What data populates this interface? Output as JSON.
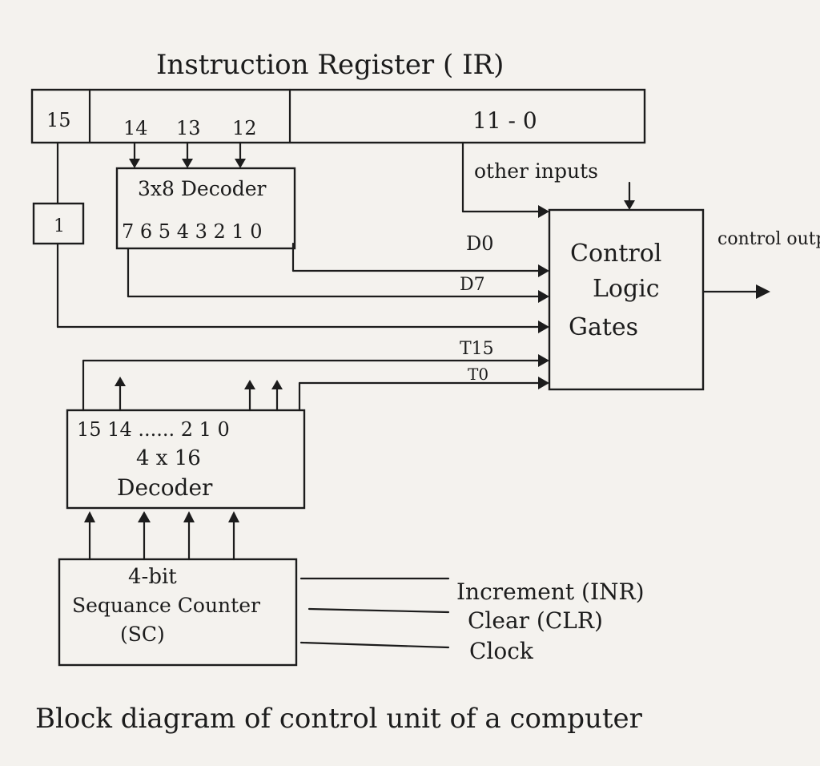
{
  "ir": {
    "title": "Instruction Register ( IR)",
    "bit15": "15",
    "bit14": "14",
    "bit13": "13",
    "bit12": "12",
    "bits_low": "11 - 0"
  },
  "flag_box": "1",
  "decoder3x8": {
    "title": "3x8 Decoder",
    "outputs": "7 6 5 4 3 2 1 0"
  },
  "signals": {
    "other_inputs": "other inputs",
    "d0": "D0",
    "d7": "D7",
    "t15": "T15",
    "t0": "T0",
    "control_output": "control output"
  },
  "control_logic": {
    "line1": "Control",
    "line2": "Logic",
    "line3": "Gates"
  },
  "decoder4x16": {
    "outputs": "15 14 ...... 2 1 0",
    "line1": "4 x 16",
    "line2": "Decoder"
  },
  "sc": {
    "line1": "4-bit",
    "line2": "Sequance Counter",
    "line3": "(SC)"
  },
  "sc_inputs": {
    "increment": "Increment (INR)",
    "clear": "Clear (CLR)",
    "clock": "Clock"
  },
  "caption": "Block diagram of control unit of a computer"
}
